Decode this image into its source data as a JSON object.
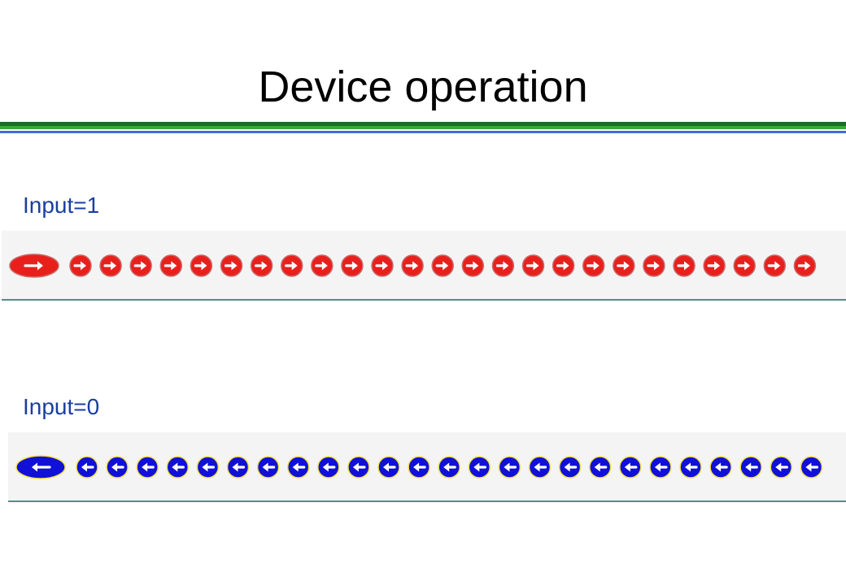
{
  "slide": {
    "title": "Device operation"
  },
  "colors": {
    "text": "#000000",
    "label": "#1a3fa0",
    "rule_dark_green": "#1e6b23",
    "rule_light_green": "#3fa63a",
    "rule_blue": "#3b6fcf",
    "strip_line": "#5a8a8a",
    "cell_one": "#e8201c",
    "cell_zero": "#1010d8",
    "arrow_one": "#ffffff",
    "arrow_zero": "#ffffff",
    "outline_zero": "#f2e24a",
    "outline_one": "#c86b6b"
  },
  "rows": [
    {
      "label": "Input=1",
      "direction": "right",
      "cell_count": 26,
      "icon": "right-arrow-cell-icon"
    },
    {
      "label": "Input=0",
      "direction": "left",
      "cell_count": 26,
      "icon": "left-arrow-cell-icon"
    }
  ]
}
